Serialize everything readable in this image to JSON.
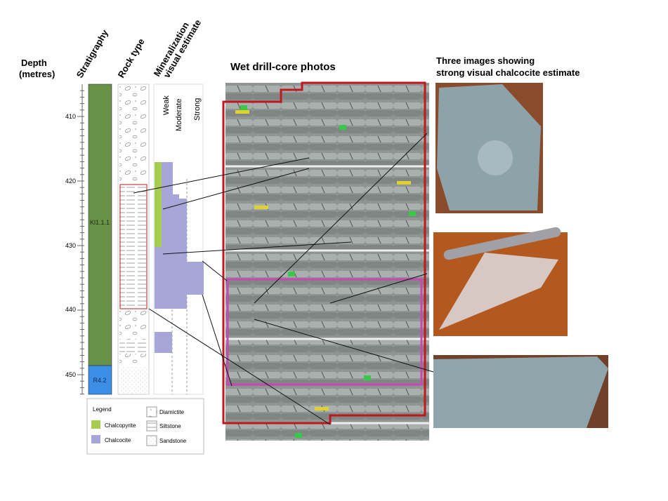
{
  "headers": {
    "depth": "Depth",
    "depth_unit": "(metres)",
    "stratigraphy": "Stratigraphy",
    "rock_type": "Rock type",
    "mineralization_1": "Mineralization",
    "mineralization_2": "visual estimate",
    "photos": "Wet drill-core photos",
    "three_1": "Three images showing",
    "three_2": "strong visual chalcocite estimate"
  },
  "depth_ticks": [
    "410",
    "420",
    "430",
    "440",
    "450"
  ],
  "strat_units": [
    "Kl1.1.1",
    "R4.2"
  ],
  "min_levels": [
    "Weak",
    "Moderate",
    "Strong"
  ],
  "legend": {
    "title": "Legend",
    "chalcopyrite": "Chalcopyrite",
    "chalcocite": "Chalcocite",
    "diamictite": "Diamictite",
    "siltstone": "Siltstone",
    "sandstone": "Sandstone"
  },
  "colors": {
    "strat_green": "#6a9148",
    "strat_blue": "#3d8ee6",
    "chalcopyrite": "#a6cc52",
    "chalcocite": "#a6a6d8",
    "red_box": "#c0181e",
    "magenta_box": "#c848b4"
  }
}
